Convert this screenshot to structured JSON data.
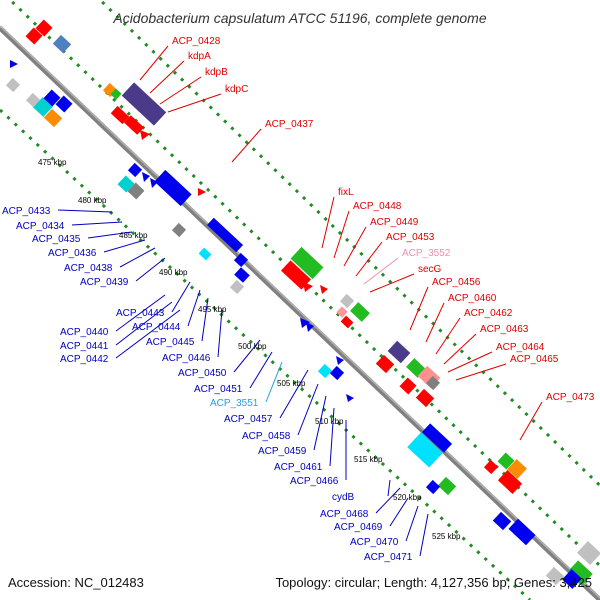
{
  "title": "Acidobacterium capsulatum ATCC 51196, complete genome",
  "footer": {
    "accession": "Accession: NC_012483",
    "summary": "Topology: circular; Length: 4,127,356 bp; Genes: 3,425"
  },
  "kbp_ticks": [
    "475 kbp",
    "480 kbp",
    "485 kbp",
    "490 kbp",
    "495 kbp",
    "500 kbp",
    "505 kbp",
    "510 kbp",
    "515 kbp",
    "520 kbp",
    "525 kbp"
  ],
  "labels_right": [
    {
      "text": "ACP_0428",
      "color": "#e00000"
    },
    {
      "text": "kdpA",
      "color": "#e00000"
    },
    {
      "text": "kdpB",
      "color": "#e00000"
    },
    {
      "text": "kdpC",
      "color": "#e00000"
    },
    {
      "text": "ACP_0437",
      "color": "#e00000"
    },
    {
      "text": "fixL",
      "color": "#e00000"
    },
    {
      "text": "ACP_0448",
      "color": "#e00000"
    },
    {
      "text": "ACP_0449",
      "color": "#e00000"
    },
    {
      "text": "ACP_0453",
      "color": "#e00000"
    },
    {
      "text": "ACP_3552",
      "color": "#f090b0"
    },
    {
      "text": "secG",
      "color": "#e00000"
    },
    {
      "text": "ACP_0456",
      "color": "#e00000"
    },
    {
      "text": "ACP_0460",
      "color": "#e00000"
    },
    {
      "text": "ACP_0462",
      "color": "#e00000"
    },
    {
      "text": "ACP_0463",
      "color": "#e00000"
    },
    {
      "text": "ACP_0464",
      "color": "#e00000"
    },
    {
      "text": "ACP_0465",
      "color": "#e00000"
    },
    {
      "text": "ACP_0473",
      "color": "#e00000"
    }
  ],
  "labels_left": [
    {
      "text": "ACP_0433",
      "color": "#0000c0"
    },
    {
      "text": "ACP_0434",
      "color": "#0000c0"
    },
    {
      "text": "ACP_0435",
      "color": "#0000c0"
    },
    {
      "text": "ACP_0436",
      "color": "#0000c0"
    },
    {
      "text": "ACP_0438",
      "color": "#0000c0"
    },
    {
      "text": "ACP_0439",
      "color": "#0000c0"
    },
    {
      "text": "ACP_0443",
      "color": "#0000c0"
    },
    {
      "text": "ACP_0440",
      "color": "#0000c0"
    },
    {
      "text": "ACP_0444",
      "color": "#0000c0"
    },
    {
      "text": "ACP_0441",
      "color": "#0000c0"
    },
    {
      "text": "ACP_0445",
      "color": "#0000c0"
    },
    {
      "text": "ACP_0442",
      "color": "#0000c0"
    },
    {
      "text": "ACP_0446",
      "color": "#0000c0"
    },
    {
      "text": "ACP_0450",
      "color": "#0000c0"
    },
    {
      "text": "ACP_0451",
      "color": "#0000c0"
    },
    {
      "text": "ACP_3551",
      "color": "#20a0e0"
    },
    {
      "text": "ACP_0457",
      "color": "#0000c0"
    },
    {
      "text": "ACP_0458",
      "color": "#0000c0"
    },
    {
      "text": "ACP_0459",
      "color": "#0000c0"
    },
    {
      "text": "ACP_0461",
      "color": "#0000c0"
    },
    {
      "text": "ACP_0466",
      "color": "#0000c0"
    },
    {
      "text": "cydB",
      "color": "#0000c0"
    },
    {
      "text": "ACP_0468",
      "color": "#0000c0"
    },
    {
      "text": "ACP_0469",
      "color": "#0000c0"
    },
    {
      "text": "ACP_0470",
      "color": "#0000c0"
    },
    {
      "text": "ACP_0471",
      "color": "#0000c0"
    }
  ],
  "colors": {
    "forward_gene": "#ff0000",
    "reverse_gene": "#0000ee",
    "backbone": "#808080",
    "dotted_track": "#228b22"
  }
}
